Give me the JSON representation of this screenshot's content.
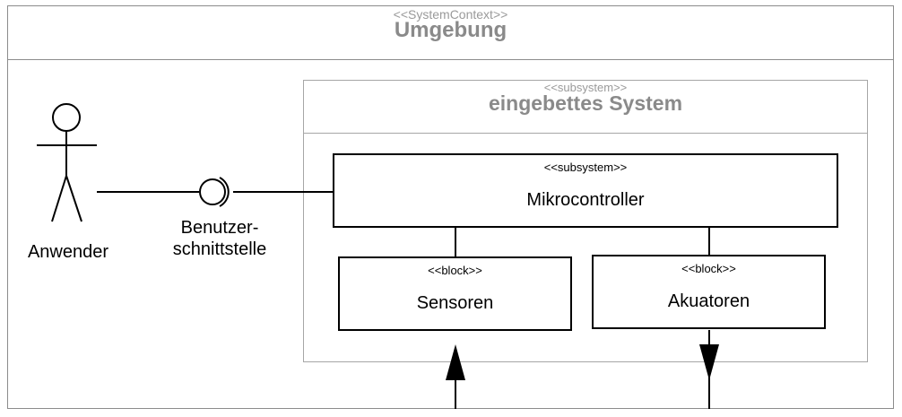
{
  "context": {
    "stereotype": "<<SystemContext>>",
    "title": "Umgebung"
  },
  "subsystem": {
    "stereotype": "<<subsystem>>",
    "title": "eingebettes System"
  },
  "microcontroller": {
    "stereotype": "<<subsystem>>",
    "label": "Mikrocontroller"
  },
  "sensors": {
    "stereotype": "<<block>>",
    "label": "Sensoren"
  },
  "actuators": {
    "stereotype": "<<block>>",
    "label": "Akuatoren"
  },
  "actor": {
    "label": "Anwender"
  },
  "interface": {
    "label_line1": "Benutzer-",
    "label_line2": "schnittstelle"
  }
}
